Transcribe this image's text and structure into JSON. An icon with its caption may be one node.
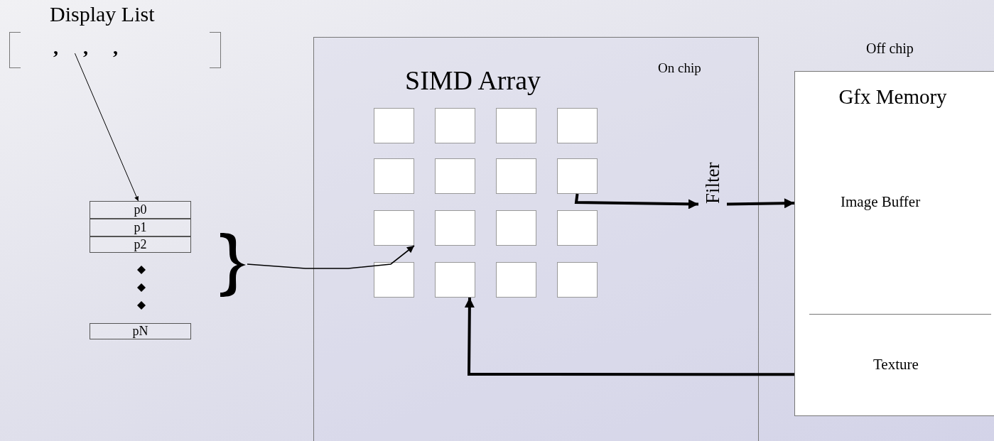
{
  "diagram": {
    "nodes": [
      {
        "text": [
          "Display List",
          ",     ,     ,"
        ]
      },
      {
        "text": [
          "p0"
        ]
      },
      {
        "text": [
          "p1"
        ]
      },
      {
        "text": [
          "p2"
        ]
      },
      {
        "text": [
          "pN"
        ]
      },
      {
        "text": [],
        "shape": "brace"
      },
      {
        "text": [
          "SIMD Array",
          "On chip"
        ]
      },
      {
        "text": [],
        "shape": "box",
        "in": 6
      },
      {
        "text": [],
        "shape": "box",
        "in": 6
      },
      {
        "text": [],
        "shape": "box",
        "in": 6
      },
      {
        "text": [],
        "shape": "box",
        "in": 6
      },
      {
        "text": [],
        "shape": "box",
        "in": 6
      },
      {
        "text": [],
        "shape": "box",
        "in": 6
      },
      {
        "text": [],
        "shape": "box",
        "in": 6
      },
      {
        "text": [],
        "shape": "box",
        "in": 6
      },
      {
        "text": [],
        "shape": "box",
        "in": 6
      },
      {
        "text": [],
        "shape": "box",
        "in": 6
      },
      {
        "text": [],
        "shape": "box",
        "in": 6
      },
      {
        "text": [],
        "shape": "box",
        "in": 6
      },
      {
        "text": [],
        "shape": "box",
        "in": 6
      },
      {
        "text": [],
        "shape": "box",
        "in": 6
      },
      {
        "text": [],
        "shape": "box",
        "in": 6
      },
      {
        "text": [],
        "shape": "box",
        "in": 6
      },
      {
        "text": [
          "Filter"
        ],
        "in": 6
      },
      {
        "text": [
          "Gfx Memory",
          "Image Buffer",
          "Texture"
        ],
        "beside": [
          "Off chip"
        ]
      }
    ],
    "edges": [
      {
        "from": 0,
        "to": 1,
        "arrow": "to"
      },
      {
        "from": 5,
        "to": 15,
        "arrow": "to"
      },
      {
        "from": 14,
        "to": 23,
        "arrow": "to"
      },
      {
        "from": 23,
        "to": 24,
        "arrow": "to"
      },
      {
        "from": 24,
        "to": 20,
        "arrow": "to"
      }
    ]
  }
}
